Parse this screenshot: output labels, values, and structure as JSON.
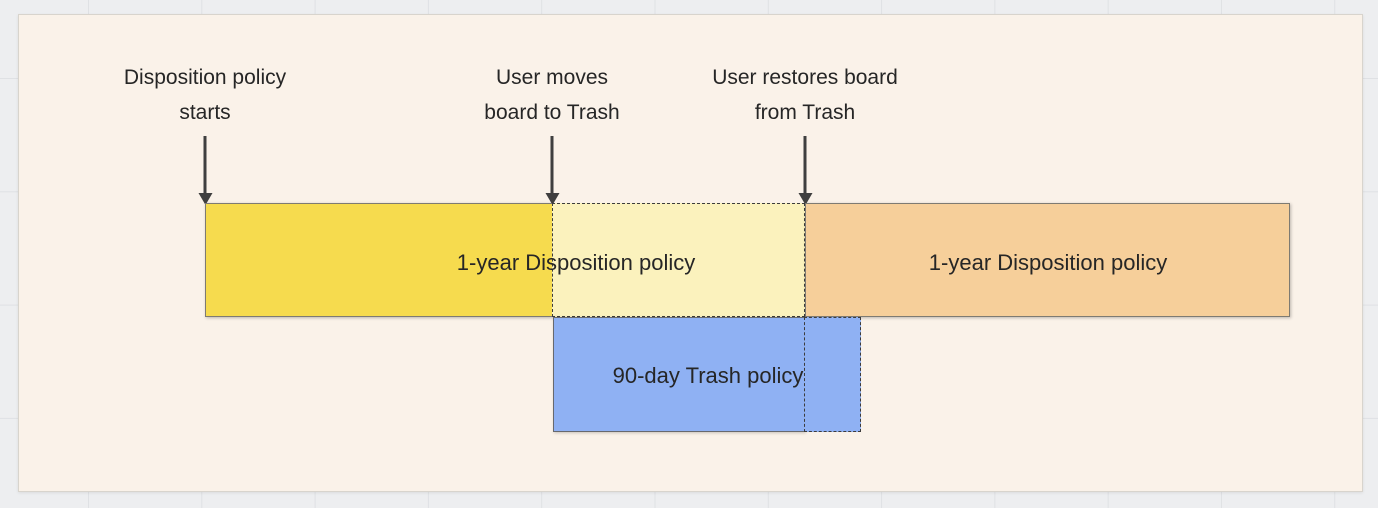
{
  "diagram": {
    "title_implied": "Disposition and Trash policy timeline",
    "events": [
      {
        "line1": "Disposition policy",
        "line2": "starts"
      },
      {
        "line1": "User moves",
        "line2": "board to Trash"
      },
      {
        "line1": "User restores board",
        "line2": "from Trash"
      }
    ],
    "bars": {
      "disposition_label_1": "1-year Disposition policy",
      "disposition_label_2": "1-year Disposition policy",
      "trash_label": "90-day Trash policy"
    },
    "colors": {
      "canvas_bg": "#edeef0",
      "grid_line": "#dfe1e4",
      "panel_bg": "#faf2e9",
      "disposition_active_yellow": "#f6db4e",
      "disposition_in_trash_lightyellow": "#fbf2bd",
      "disposition_after_restore_orange": "#f6cf9a",
      "trash_policy_blue": "#8fb1f3",
      "text": "#262626",
      "arrow": "#3f3f3f"
    }
  }
}
